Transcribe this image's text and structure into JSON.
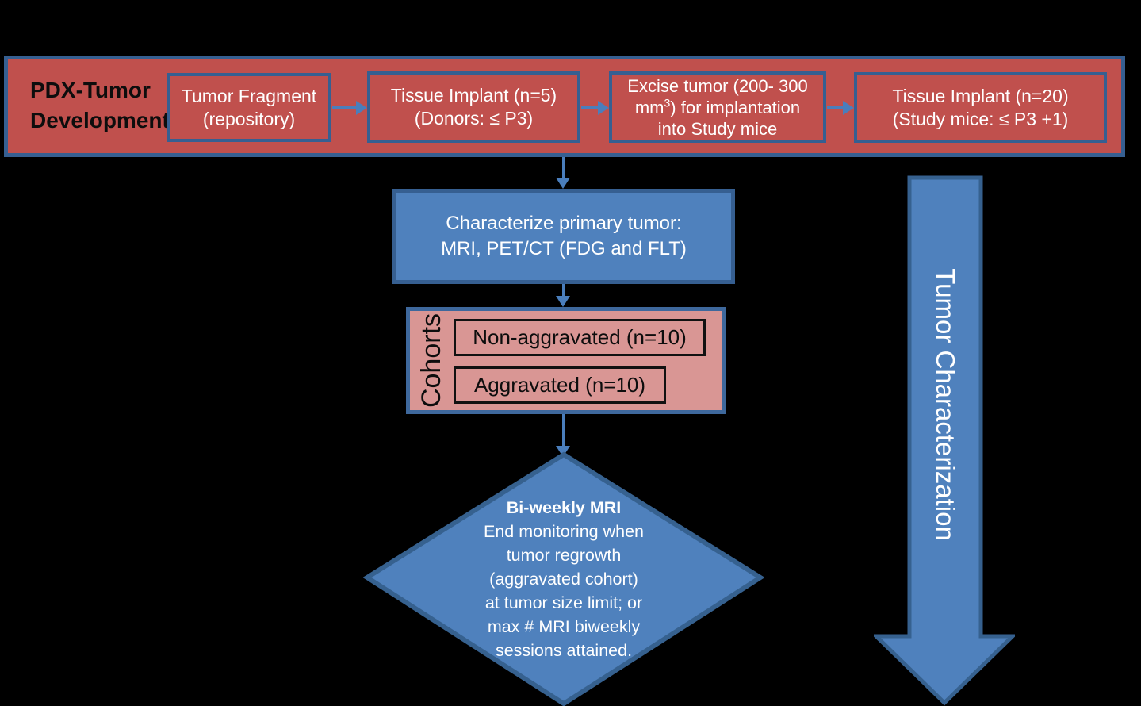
{
  "colors": {
    "background": "#000000",
    "banner_red": "#c0504d",
    "pink_fill": "#d99694",
    "process_blue": "#4f81bd",
    "border_blue_dark": "#365f91",
    "connector_blue": "#4a7ebc",
    "text_white": "#ffffff",
    "text_black": "#0d0d0d"
  },
  "banner": {
    "title_line1": "PDX-Tumor",
    "title_line2": "Development",
    "boxes": [
      {
        "lines": [
          "Tumor Fragment",
          "(repository)"
        ]
      },
      {
        "lines": [
          "Tissue Implant (n=5)",
          "(Donors: ≤ P3)"
        ]
      },
      {
        "line1": "Excise tumor (200- 300",
        "line2_pre": "mm",
        "line2_sup": "3",
        "line2_post": ") for implantation",
        "line3": "into Study mice"
      },
      {
        "lines": [
          "Tissue Implant (n=20)",
          "(Study mice: ≤ P3 +1)"
        ]
      }
    ]
  },
  "characterize_box": {
    "line1": "Characterize primary tumor:",
    "line2": "MRI, PET/CT (FDG and FLT)"
  },
  "cohorts": {
    "label": "Cohorts",
    "items": [
      "Non-aggravated (n=10)",
      "Aggravated (n=10)"
    ]
  },
  "decision_diamond": {
    "title": "Bi-weekly MRI",
    "lines": [
      "End monitoring when",
      "tumor regrowth",
      "(aggravated cohort)",
      "at tumor size limit; or",
      "max # MRI biweekly",
      "sessions attained."
    ]
  },
  "side_arrow": {
    "label": "Tumor Characterization"
  }
}
